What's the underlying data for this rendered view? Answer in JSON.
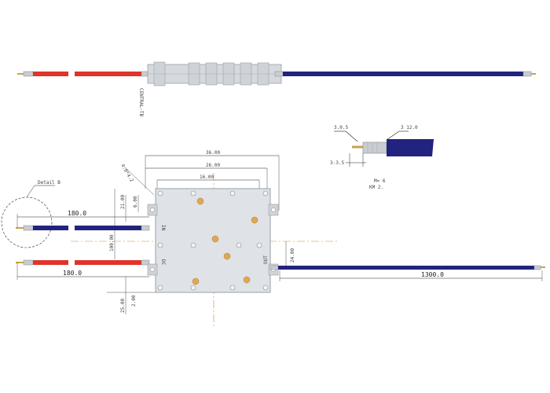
{
  "colors": {
    "red_wire": "#e0342a",
    "blue_wire": "#22237e",
    "housing": "#d6d9de",
    "housing_edge": "#9aa0a8",
    "dim_line": "#222222",
    "center_line": "#d08a3c",
    "pad": "#e0a850",
    "silver": "#c9cdd2"
  },
  "top_view": {
    "part_code": "CENTRAL-TB"
  },
  "detail_view": {
    "dim_top_left": "3.0.5",
    "dim_top_right": "3 12.0",
    "dim_bottom_left": "3-3.5",
    "note_line1": "M= 6",
    "note_line2": "KM 2."
  },
  "front_view": {
    "dim_36": "36.00",
    "dim_26": "26.00",
    "dim_16": "16.00",
    "dim_angle": "4.0*4.2",
    "dim_21": "21.00",
    "dim_6": "6.00",
    "dim_100": "100.00",
    "dim_25": "25.00",
    "dim_2": "2.00",
    "dim_24": "24.00",
    "detail_label": "Detail B",
    "port_in": "IN",
    "port_dc": "DC",
    "port_out": "OUT",
    "len_180_top": "180.0",
    "len_180_bottom": "180.0",
    "len_1300": "1300.0"
  }
}
